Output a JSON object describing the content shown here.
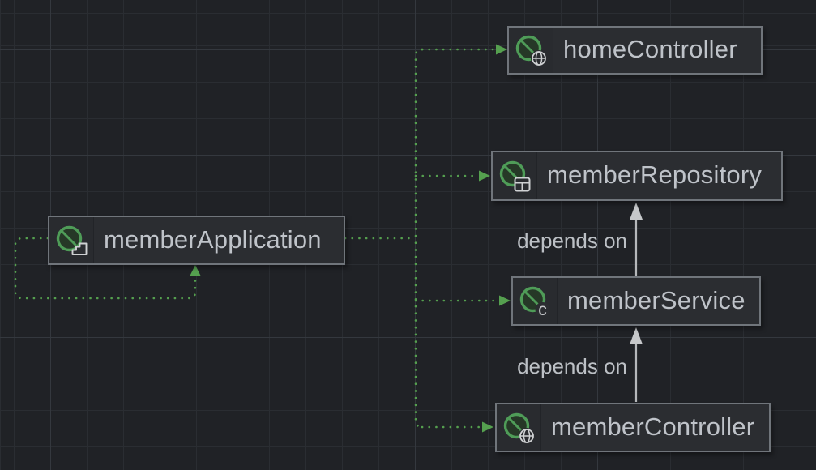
{
  "diagram": {
    "type": "spring-beans-dependency-diagram",
    "nodes": [
      {
        "id": "homeController",
        "label": "homeController",
        "icon": "spring-bean-controller-icon"
      },
      {
        "id": "memberRepository",
        "label": "memberRepository",
        "icon": "spring-bean-repository-icon"
      },
      {
        "id": "memberApplication",
        "label": "memberApplication",
        "icon": "spring-bean-application-icon"
      },
      {
        "id": "memberService",
        "label": "memberService",
        "icon": "spring-bean-component-icon"
      },
      {
        "id": "memberController",
        "label": "memberController",
        "icon": "spring-bean-controller-icon"
      }
    ],
    "edges": [
      {
        "from": "memberService",
        "to": "memberRepository",
        "label": "depends on",
        "style": "solid-gray-arrow"
      },
      {
        "from": "memberController",
        "to": "memberService",
        "label": "depends on",
        "style": "solid-gray-arrow"
      },
      {
        "from": "memberApplication",
        "to": "homeController",
        "label": "",
        "style": "dotted-green-arrow"
      },
      {
        "from": "memberApplication",
        "to": "memberRepository",
        "label": "",
        "style": "dotted-green-arrow"
      },
      {
        "from": "memberApplication",
        "to": "memberService",
        "label": "",
        "style": "dotted-green-arrow"
      },
      {
        "from": "memberApplication",
        "to": "memberController",
        "label": "",
        "style": "dotted-green-arrow"
      },
      {
        "from": "memberApplication",
        "to": "memberApplication",
        "label": "",
        "style": "dotted-green-arrow"
      }
    ],
    "colors": {
      "background": "#202226",
      "grid_minor": "#2a2d32",
      "grid_major": "#34383e",
      "node_background": "#2b2d31",
      "node_border": "#70757b",
      "node_text": "#bfc3c9",
      "spring_green": "#4f9c58",
      "edge_green": "#55a04f",
      "edge_gray": "#b5b7ba",
      "edge_label_text": "#bcc0c5"
    }
  }
}
